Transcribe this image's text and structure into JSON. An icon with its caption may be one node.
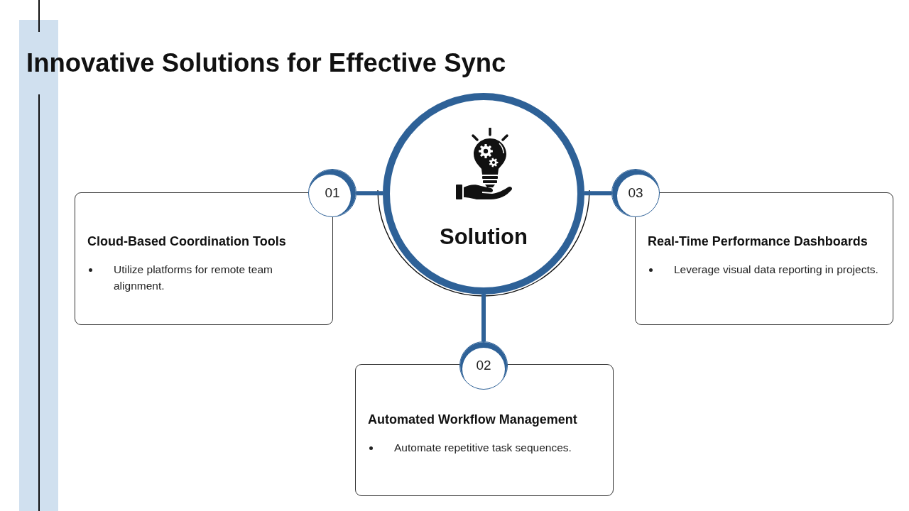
{
  "diagram": {
    "title": "Innovative Solutions for Effective Sync",
    "nodes": [
      {
        "text": [
          "Solution"
        ]
      },
      {
        "text": [
          "01"
        ]
      },
      {
        "text": [
          "Cloud-Based Coordination Tools",
          "Utilize platforms for remote team alignment."
        ]
      },
      {
        "text": [
          "02"
        ]
      },
      {
        "text": [
          "Automated Workflow Management",
          "Automate repetitive task sequences."
        ]
      },
      {
        "text": [
          "03"
        ]
      },
      {
        "text": [
          "Real-Time Performance Dashboards",
          "Leverage visual data reporting in projects."
        ]
      }
    ],
    "edges": [
      {
        "from": 0,
        "to": 1,
        "arrow": "none"
      },
      {
        "from": 0,
        "to": 3,
        "arrow": "none"
      },
      {
        "from": 0,
        "to": 5,
        "arrow": "none"
      }
    ]
  }
}
